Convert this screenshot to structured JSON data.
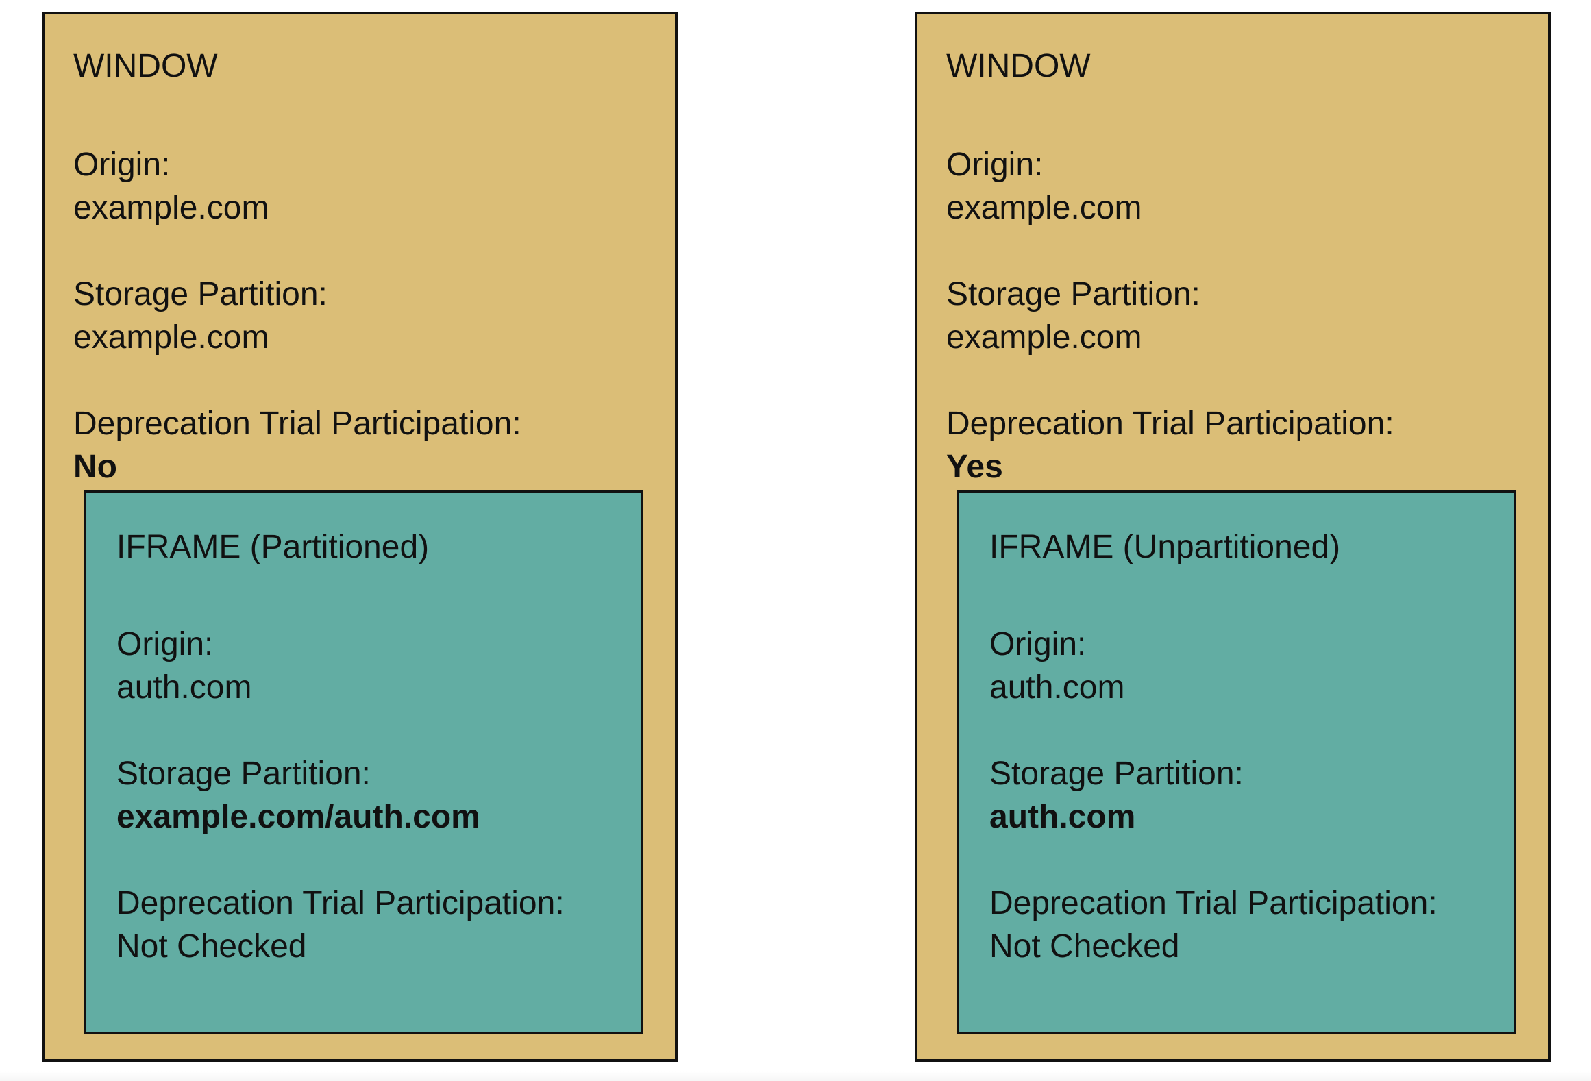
{
  "panels": [
    {
      "window": {
        "title": "WINDOW",
        "origin_label": "Origin:",
        "origin_value": "example.com",
        "partition_label": "Storage Partition:",
        "partition_value": "example.com",
        "trial_label": "Deprecation Trial Participation:",
        "trial_value": "No"
      },
      "iframe": {
        "title": "IFRAME (Partitioned)",
        "origin_label": "Origin:",
        "origin_value": "auth.com",
        "partition_label": "Storage Partition:",
        "partition_value": "example.com/auth.com",
        "trial_label": "Deprecation Trial Participation:",
        "trial_value": "Not Checked"
      }
    },
    {
      "window": {
        "title": "WINDOW",
        "origin_label": "Origin:",
        "origin_value": "example.com",
        "partition_label": "Storage Partition:",
        "partition_value": "example.com",
        "trial_label": "Deprecation Trial Participation:",
        "trial_value": "Yes"
      },
      "iframe": {
        "title": "IFRAME (Unpartitioned)",
        "origin_label": "Origin:",
        "origin_value": "auth.com",
        "partition_label": "Storage Partition:",
        "partition_value": "auth.com",
        "trial_label": "Deprecation Trial Participation:",
        "trial_value": "Not Checked"
      }
    }
  ],
  "colors": {
    "window_fill": "#dbbe77",
    "iframe_fill": "#62ada3",
    "border": "#111111"
  }
}
